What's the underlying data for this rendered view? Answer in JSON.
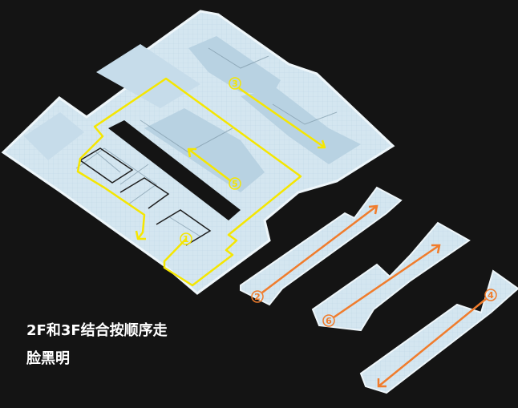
{
  "captions": {
    "line1": "2F和3F结合按顺序走",
    "line2": "脸黑明"
  },
  "markers": {
    "m1": "1",
    "m2": "2",
    "m3": "3",
    "m4": "4",
    "m5": "5",
    "m6": "6"
  },
  "colors": {
    "background": "#141414",
    "floor": "#cfe3ee",
    "floor_shade": "#b3cddd",
    "wall": "#e9f2f6",
    "route_2f": "#f5e600",
    "route_3f": "#f07c2c"
  }
}
